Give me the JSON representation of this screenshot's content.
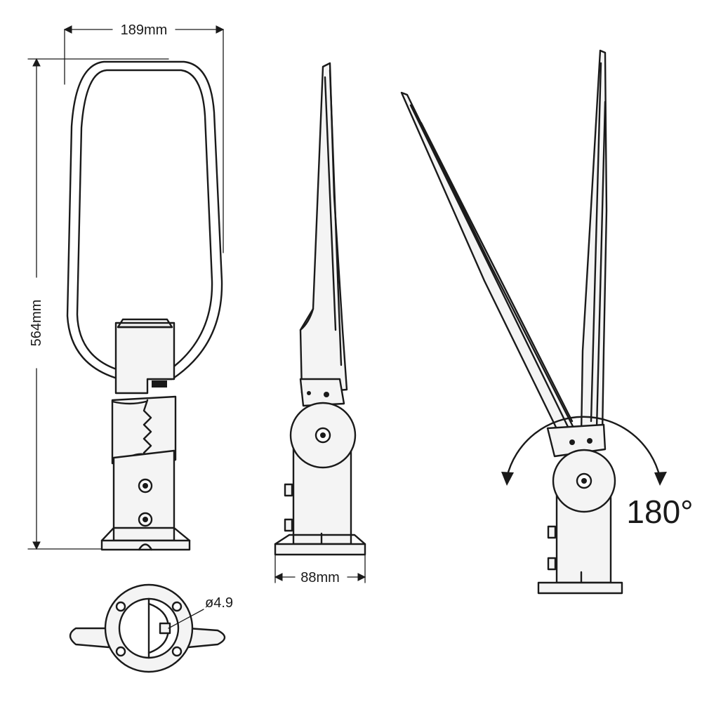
{
  "dimensions": {
    "width": "189mm",
    "height": "564mm",
    "depth": "88mm",
    "hole": "ø4.9",
    "rotation": "180°"
  }
}
